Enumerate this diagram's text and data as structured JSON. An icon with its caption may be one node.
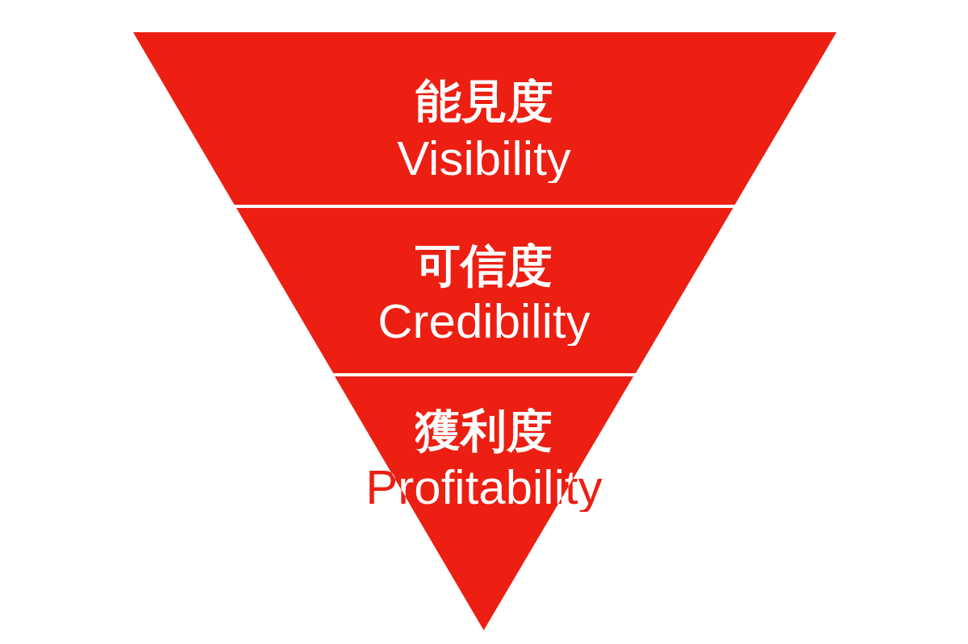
{
  "diagram": {
    "nodes": [
      {
        "text": [
          "能見度",
          "Visibility"
        ]
      },
      {
        "text": [
          "可信度",
          "Credibility"
        ]
      },
      {
        "text": [
          "獲利度",
          "Profitability"
        ]
      }
    ]
  }
}
